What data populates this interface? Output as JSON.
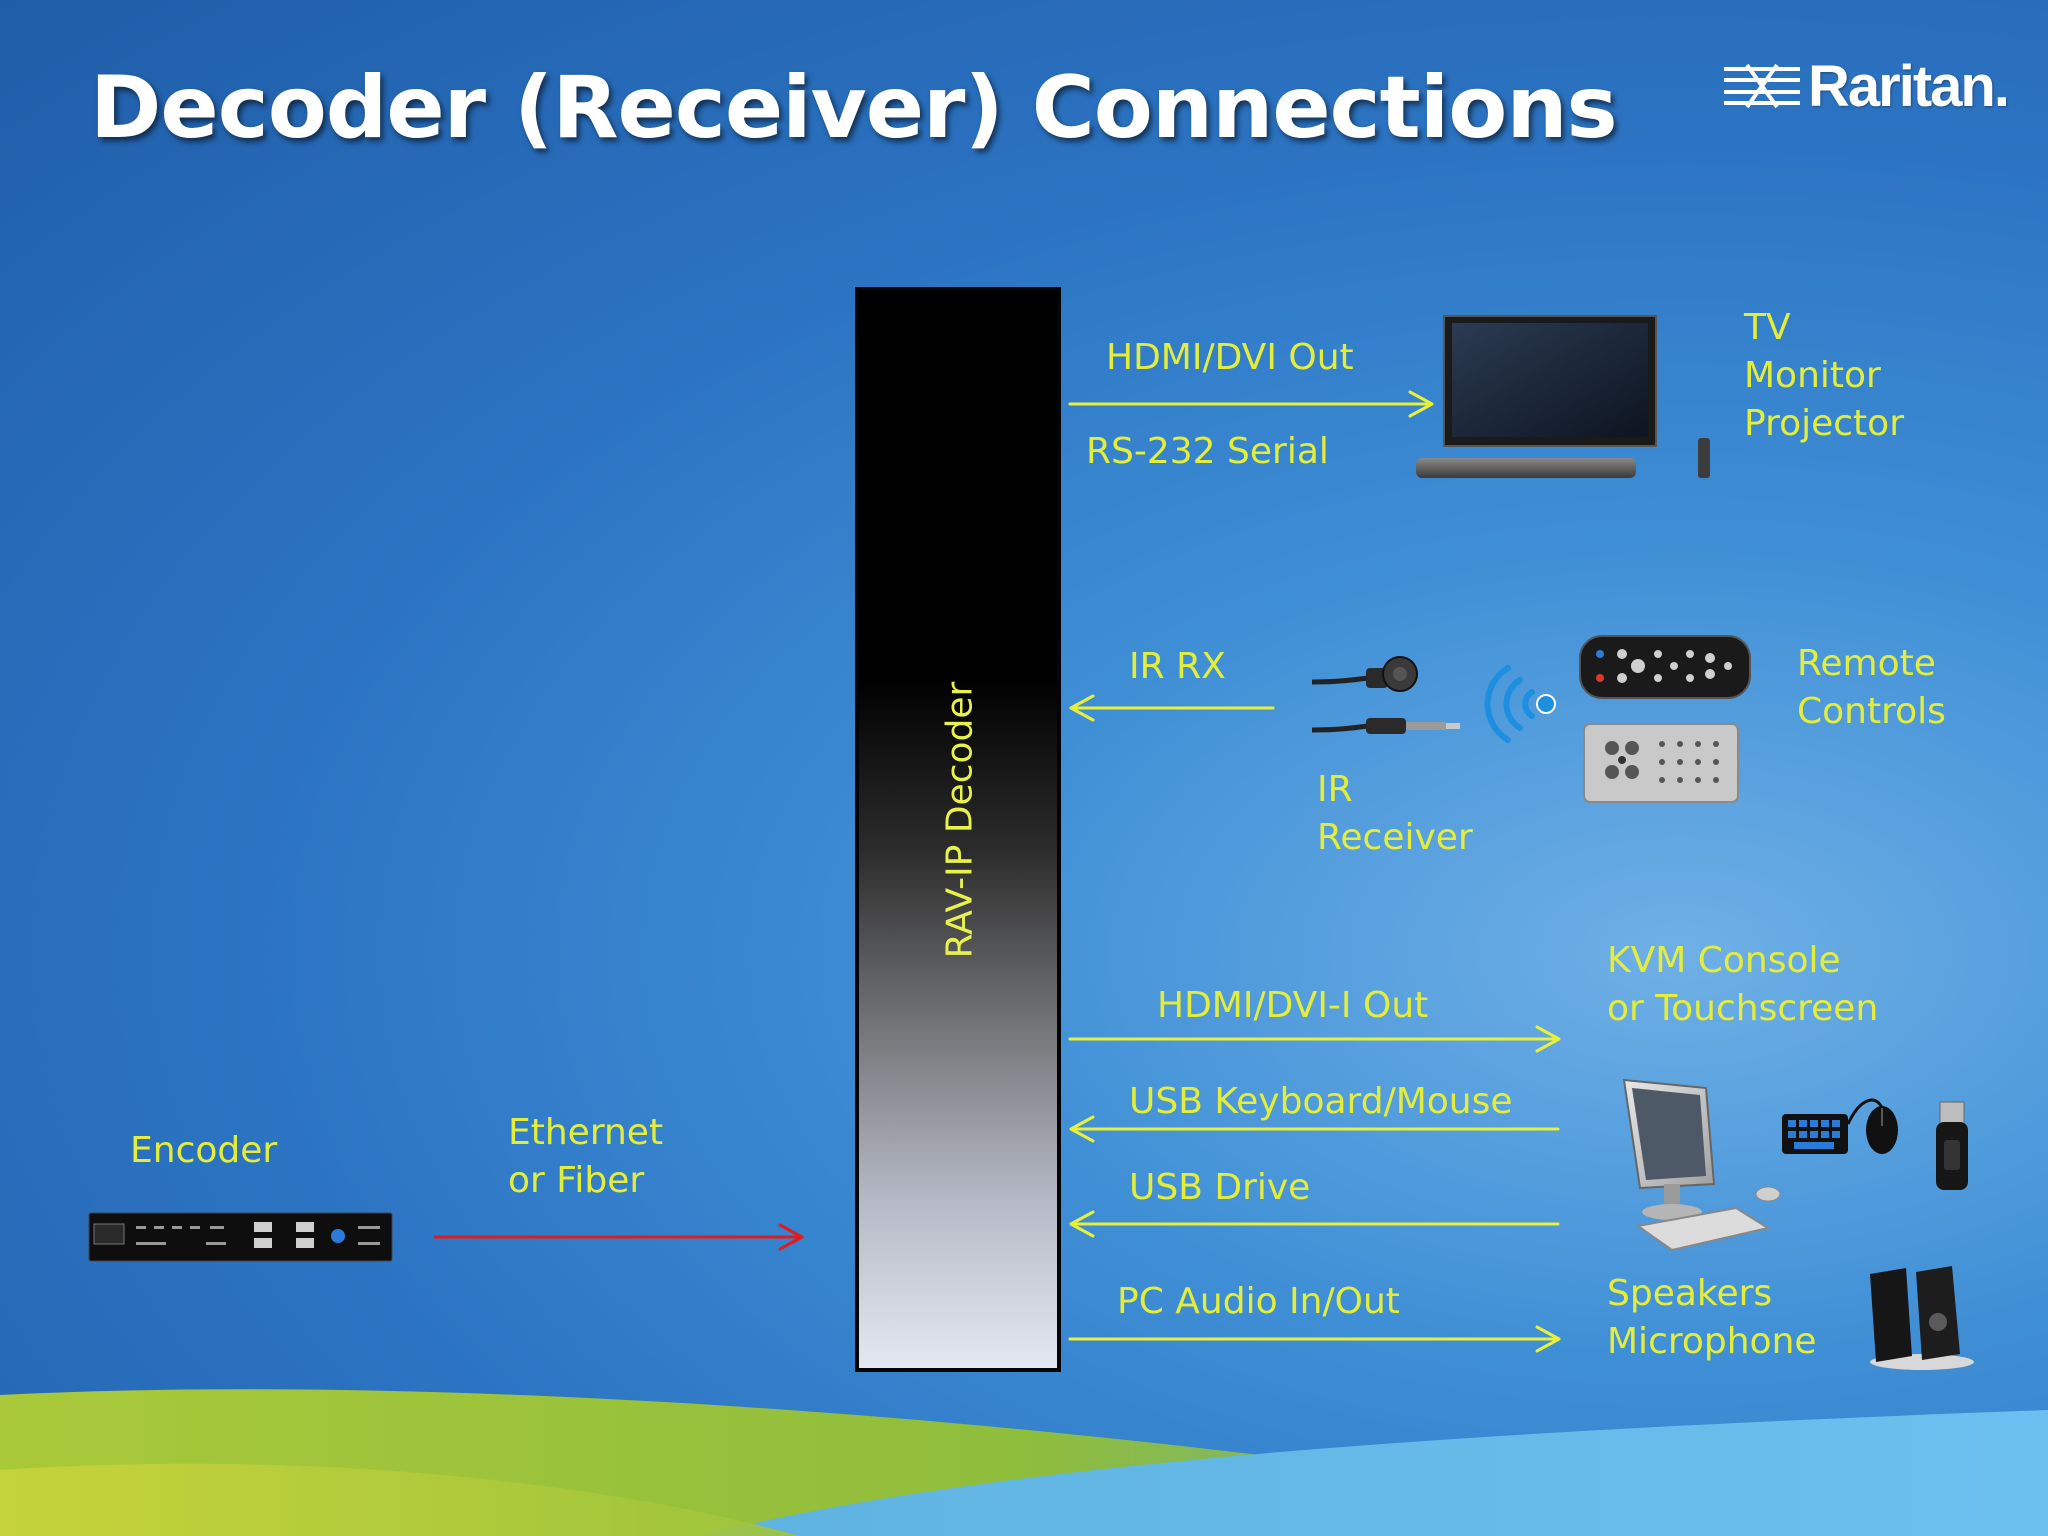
{
  "slide": {
    "title": "Decoder (Receiver) Connections",
    "logo_text": "Raritan."
  },
  "decoder": {
    "label": "RAV-IP Decoder"
  },
  "connections": {
    "hdmi_dvi_out": "HDMI/DVI Out",
    "rs232_serial": "RS-232 Serial",
    "ir_rx": "IR RX",
    "hdmi_dvi_i_out": "HDMI/DVI-I Out",
    "usb_keyboard_mouse": "USB Keyboard/Mouse",
    "usb_drive": "USB Drive",
    "pc_audio": "PC Audio In/Out",
    "ethernet_fiber": [
      "Ethernet",
      "or Fiber"
    ]
  },
  "devices": {
    "display": [
      "TV",
      "Monitor",
      "Projector"
    ],
    "ir_receiver": [
      "IR",
      "Receiver"
    ],
    "remote_controls": [
      "Remote",
      "Controls"
    ],
    "kvm_console": [
      "KVM Console",
      "or Touchscreen"
    ],
    "speakers": [
      "Speakers",
      "Microphone"
    ],
    "encoder": "Encoder"
  },
  "colors": {
    "label_yellow": "#e4ee3a",
    "arrow_yellow": "#e8f03a",
    "arrow_red": "#e11b1b",
    "title_white": "#ffffff"
  }
}
